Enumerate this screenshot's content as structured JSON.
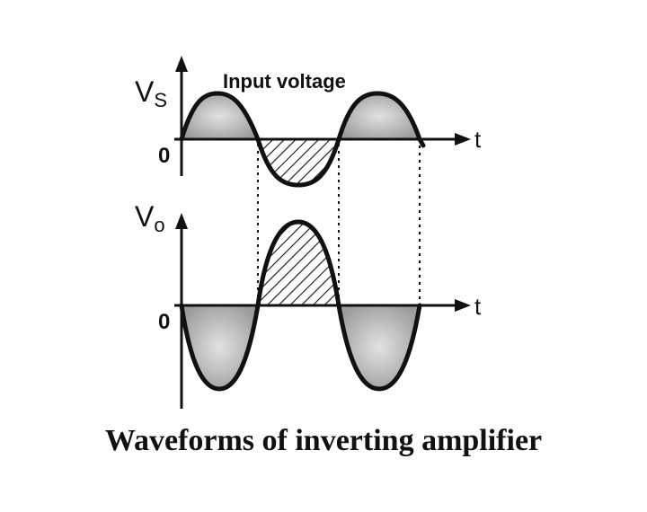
{
  "diagram": {
    "input": {
      "axis_label_main": "V",
      "axis_label_sub": "S",
      "origin_label": "0",
      "time_label": "t",
      "wave_label": "Input voltage"
    },
    "output": {
      "axis_label_main": "V",
      "axis_label_sub": "o",
      "origin_label": "0",
      "time_label": "t"
    },
    "caption": "Waveforms of inverting amplifier",
    "colors": {
      "line": "#111111",
      "stipple_fill": "#bdbdbd",
      "hatch": "#111111"
    }
  }
}
